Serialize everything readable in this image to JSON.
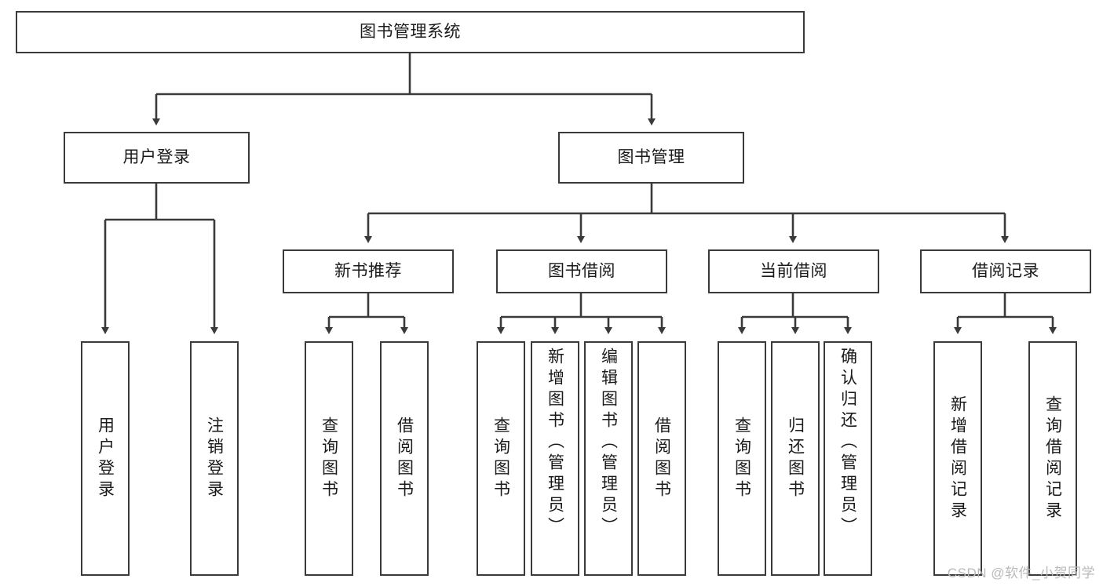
{
  "diagram": {
    "title": "图书管理系统",
    "type": "tree-hierarchy",
    "colors": {
      "box_border": "#3a3a3a",
      "box_fill": "#ffffff",
      "connector": "#3a3a3a",
      "text": "#1a1a1a",
      "watermark": "#b9b9b9"
    },
    "root": {
      "label": "图书管理系统"
    },
    "level2": [
      {
        "label": "用户登录"
      },
      {
        "label": "图书管理"
      }
    ],
    "level3": [
      {
        "label": "新书推荐"
      },
      {
        "label": "图书借阅"
      },
      {
        "label": "当前借阅"
      },
      {
        "label": "借阅记录"
      }
    ],
    "leaves": {
      "user_login": [
        {
          "label": "用户登录"
        },
        {
          "label": "注销登录"
        }
      ],
      "new_book_recommend": [
        {
          "label": "查询图书"
        },
        {
          "label": "借阅图书"
        }
      ],
      "book_borrow": [
        {
          "label": "查询图书"
        },
        {
          "label": "新增图书（管理员）"
        },
        {
          "label": "编辑图书（管理员）"
        },
        {
          "label": "借阅图书"
        }
      ],
      "current_borrow": [
        {
          "label": "查询图书"
        },
        {
          "label": "归还图书"
        },
        {
          "label": "确认归还（管理员）"
        }
      ],
      "borrow_record": [
        {
          "label": "新增借阅记录"
        },
        {
          "label": "查询借阅记录"
        }
      ]
    }
  },
  "watermark": {
    "text": "CSDN @软件_小贺同学"
  }
}
